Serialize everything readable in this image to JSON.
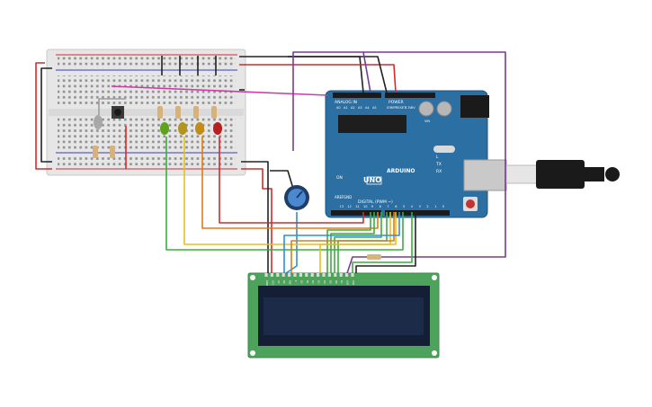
{
  "board": {
    "brand": "ARDUINO",
    "model": "UNO",
    "digital_label": "DIGITAL (PWM ~)",
    "analog_label": "ANALOG IN",
    "power_label": "POWER",
    "on_label": "ON",
    "tx_label": "TX",
    "rx_label": "RX",
    "l_label": "L",
    "aref_label": "AREF",
    "gnd_label": "GND",
    "ioref_label": "IOREF",
    "reset_label": "RESET",
    "v33_label": "3.3V",
    "v5_label": "5V",
    "vin_label": "VIN",
    "analog_pins": [
      "A0",
      "A1",
      "A2",
      "A3",
      "A4",
      "A5"
    ],
    "digital_pins": [
      "0",
      "1",
      "2",
      "3",
      "4",
      "5",
      "6",
      "7",
      "8",
      "9",
      "10",
      "11",
      "12",
      "13"
    ]
  },
  "lcd": {
    "pin_labels": [
      "GND",
      "VCC",
      "V0",
      "RS",
      "RW",
      "E",
      "D0",
      "D1",
      "D2",
      "D3",
      "D4",
      "D5",
      "D6",
      "D7",
      "LED",
      "LED"
    ]
  },
  "colors": {
    "board": "#2b6fa3",
    "lcd_pcb": "#4ea35c",
    "lcd_screen": "#1c2b48",
    "breadboard": "#e6e6e6",
    "wire_red": "#d42a2a",
    "wire_black": "#222222",
    "wire_purple": "#7a3a99",
    "wire_green": "#3cae3c",
    "wire_yellow": "#e1c31c",
    "wire_orange": "#e07b14",
    "wire_blue": "#2f8fd1",
    "wire_gray": "#9e9e9e",
    "wire_magenta": "#cc3ea6",
    "led_green": "#5fa31d",
    "led_yellow": "#b3941c",
    "led_orange": "#c28b1a",
    "led_red": "#b82020"
  }
}
